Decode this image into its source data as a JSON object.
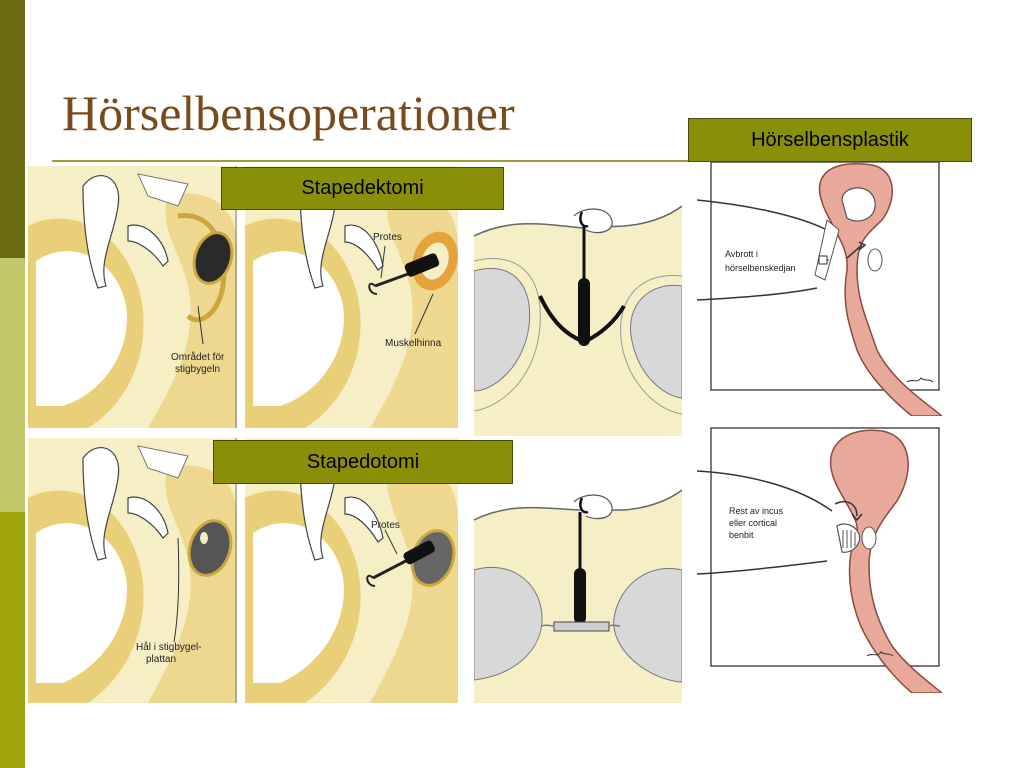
{
  "title": "Hörselbensoperationer",
  "labels": {
    "stapedektomi": "Stapedektomi",
    "stapedotomi": "Stapedotomi",
    "horselbensplastik": "Hörselbensplastik"
  },
  "annotations": {
    "omradet_line1": "Området för",
    "omradet_line2": "stigbygeln",
    "protes_top": "Protes",
    "muskelhinna": "Muskelhinna",
    "protes_bottom": "Protes",
    "hal_line1": "Hål i stigbygel-",
    "hal_line2": "plattan",
    "avbrott_line1": "Avbrott i",
    "avbrott_line2": "hörselbenskedjan",
    "rest_line1": "Rest av incus",
    "rest_line2": "eller cortical",
    "rest_line3": "benbit"
  },
  "colors": {
    "sidebar_dark": "#6b6b14",
    "sidebar_light": "#c5c86a",
    "sidebar_mid": "#9fa30c",
    "title": "#7a4a1c",
    "label_bg": "#8a8f0a",
    "cream": "#f6efc6",
    "bone_yellow": "#e9cf77",
    "tissue_pink": "#e8a99a"
  }
}
